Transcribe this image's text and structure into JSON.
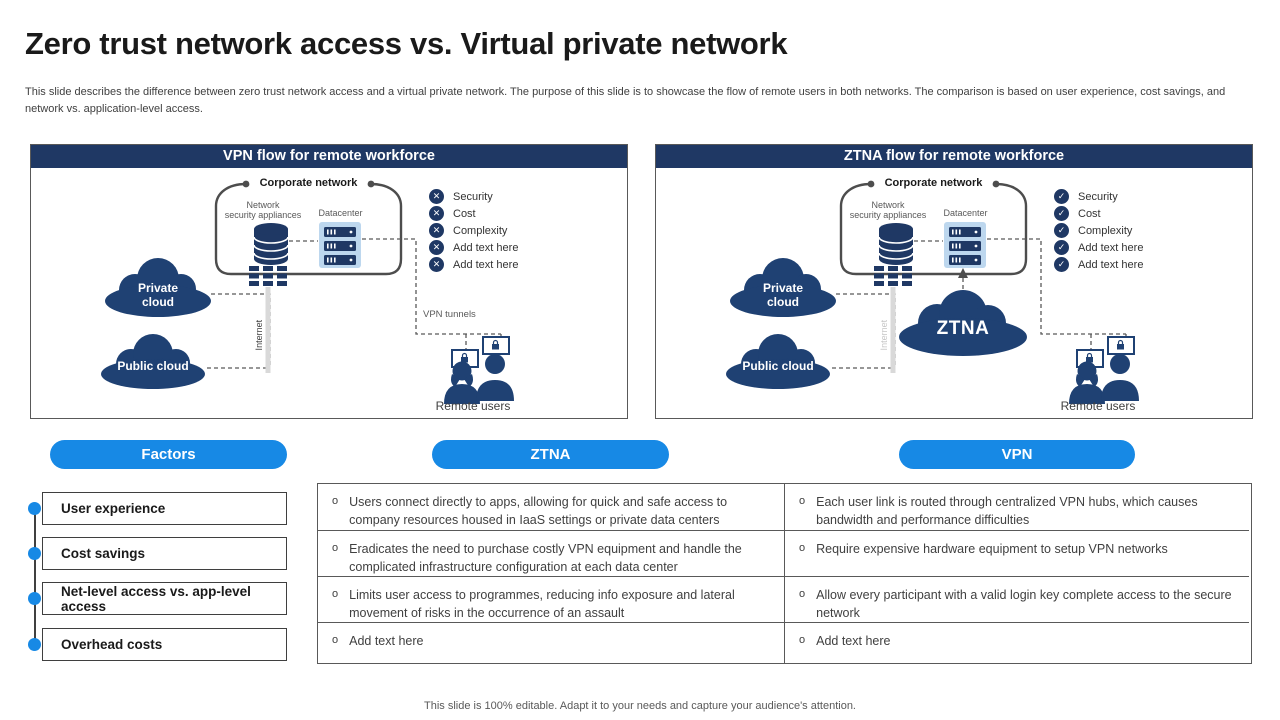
{
  "title": "Zero trust network access vs. Virtual private network",
  "description": "This slide describes the difference between zero trust network access and a virtual private network. The purpose of this slide is to showcase the flow of remote users in both networks. The comparison is based on user experience, cost savings, and network vs. application-level access.",
  "footer": "This slide is 100% editable. Adapt it to your needs and capture your audience's attention.",
  "colors": {
    "navy": "#1F3864",
    "cloud_navy": "#1F4173",
    "accent_blue": "#1789E5",
    "server_bg": "#BDD7EE",
    "border_gray": "#595959"
  },
  "vpn_panel": {
    "title": "VPN flow for remote workforce",
    "corporate": "Corporate network",
    "appliances_1": "Network",
    "appliances_2": "security appliances",
    "datacenter": "Datacenter",
    "private_cloud": "Private cloud",
    "public_cloud": "Public cloud",
    "internet": "Internet",
    "vpn_tunnels": "VPN tunnels",
    "remote_users": "Remote users",
    "bullet_icon": "✕",
    "bullets": [
      "Security",
      "Cost",
      "Complexity",
      "Add text here",
      "Add text here"
    ]
  },
  "ztna_panel": {
    "title": "ZTNA flow for remote workforce",
    "corporate": "Corporate network",
    "appliances_1": "Network",
    "appliances_2": "security appliances",
    "datacenter": "Datacenter",
    "private_cloud": "Private cloud",
    "public_cloud": "Public cloud",
    "internet": "Internet",
    "ztna_cloud": "ZTNA",
    "remote_users": "Remote users",
    "bullet_icon": "✓",
    "bullets": [
      "Security",
      "Cost",
      "Complexity",
      "Add text here",
      "Add text here"
    ]
  },
  "pills": {
    "factors": "Factors",
    "ztna": "ZTNA",
    "vpn": "VPN"
  },
  "factors": [
    "User experience",
    "Cost savings",
    "Net-level access vs. app-level access",
    "Overhead costs"
  ],
  "table": {
    "bullet": "o",
    "ztna": [
      "Users connect directly to apps, allowing for quick and safe access to company resources housed in IaaS settings or private data centers",
      "Eradicates the need to purchase costly VPN equipment and handle the complicated infrastructure configuration at each data center",
      "Limits user access to programmes, reducing info exposure and lateral movement of risks in the occurrence of an assault",
      "Add text here"
    ],
    "vpn": [
      "Each user link is routed through centralized VPN hubs, which causes bandwidth and performance difficulties",
      "Require expensive hardware equipment to setup VPN networks",
      "Allow every participant with a valid login key complete access to the secure network",
      "Add text here"
    ]
  }
}
